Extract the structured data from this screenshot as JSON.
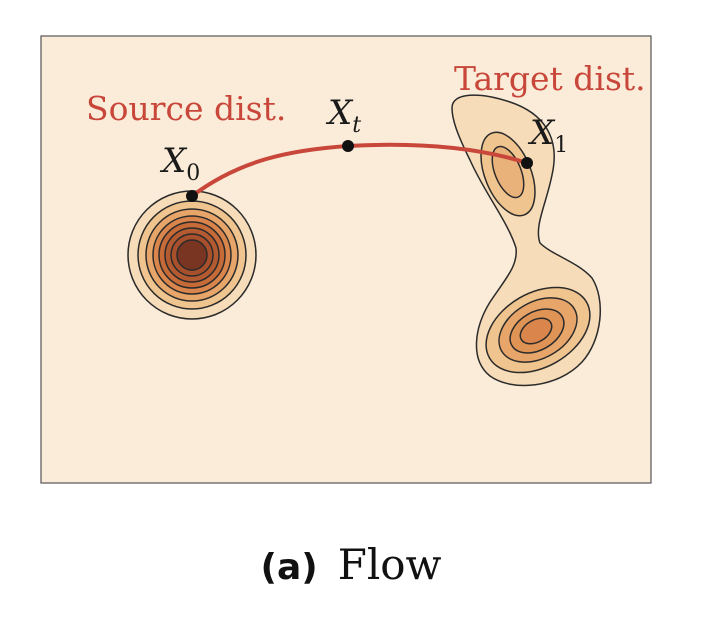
{
  "figure": {
    "background_color": "#fbecd9",
    "path_color": "#c8473a",
    "source_label": "Source dist.",
    "target_label": "Target dist.",
    "points": {
      "x0": {
        "symbol": "X",
        "subscript": "0"
      },
      "xt": {
        "symbol": "X",
        "subscript": "t"
      },
      "x1": {
        "symbol": "X",
        "subscript": "1"
      }
    },
    "contour_colors": [
      "#f6dcb8",
      "#f0c48e",
      "#e7a56a",
      "#d9854c",
      "#c66a38",
      "#a84f2b",
      "#7a3422"
    ]
  },
  "caption": {
    "tag": "(a)",
    "text": "Flow"
  }
}
